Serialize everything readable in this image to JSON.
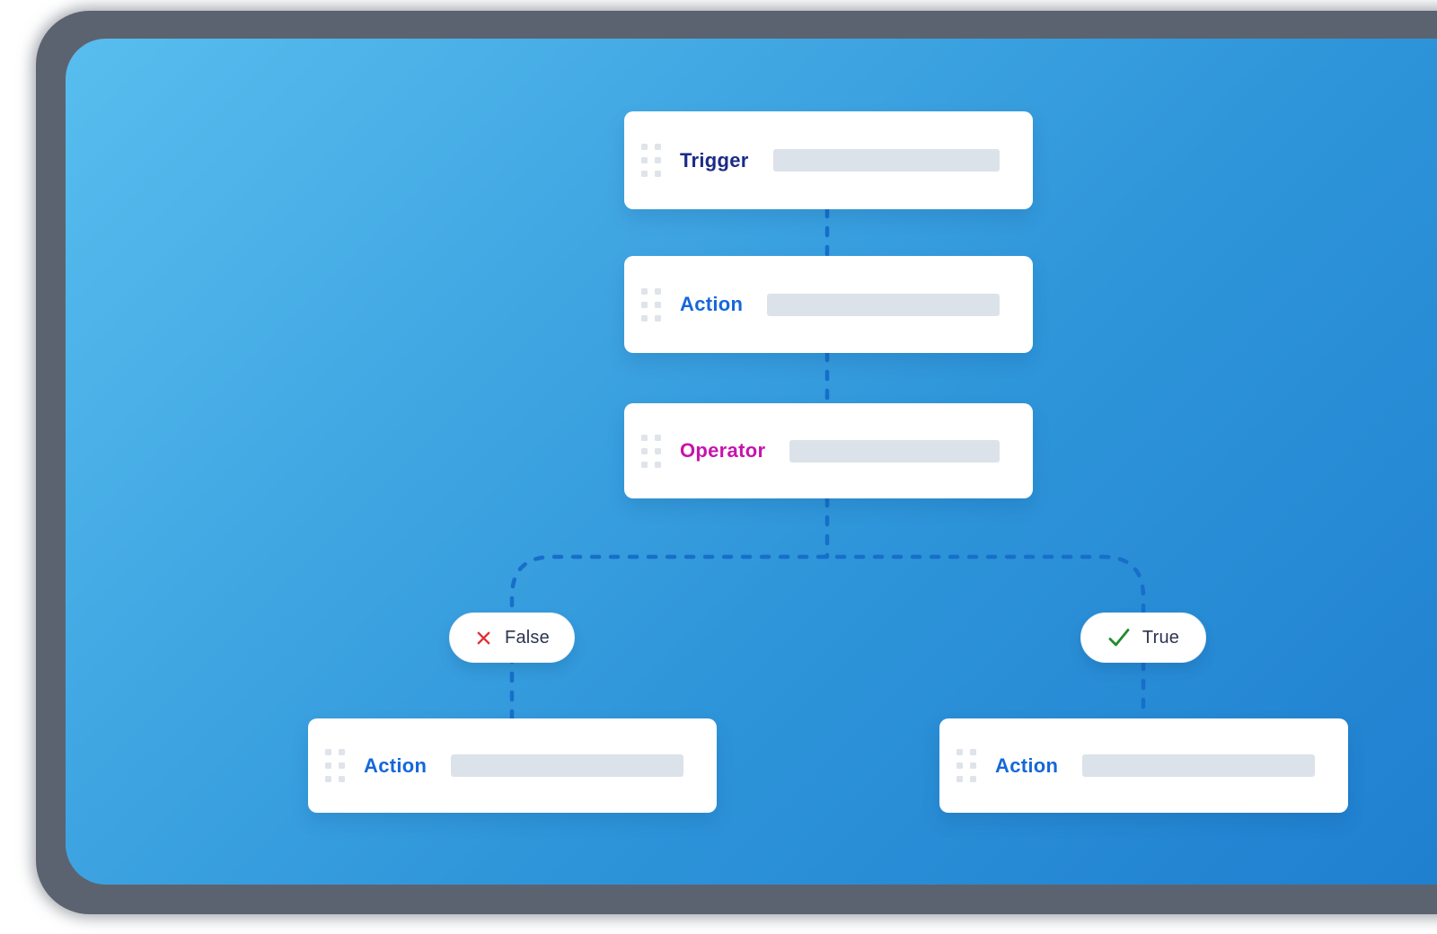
{
  "colors": {
    "canvas_gradient_start": "#58bdee",
    "canvas_gradient_end": "#1e7ecf",
    "frame": "#5c6370",
    "connector": "#176fc9",
    "card_bg": "#ffffff",
    "placeholder": "#dce2ea",
    "drag_dots": "#dfe3ea",
    "trigger_label": "#1b2b87",
    "action_label": "#1667d9",
    "operator_label": "#c713ad",
    "badge_text": "#2c3450",
    "false_icon": "#e03131",
    "true_icon": "#1f8b2c"
  },
  "nodes": {
    "trigger": {
      "label": "Trigger",
      "placeholder": ""
    },
    "action_main": {
      "label": "Action",
      "placeholder": ""
    },
    "operator": {
      "label": "Operator",
      "placeholder": ""
    },
    "action_false": {
      "label": "Action",
      "placeholder": ""
    },
    "action_true": {
      "label": "Action",
      "placeholder": ""
    }
  },
  "badges": {
    "false": {
      "label": "False",
      "icon": "x-icon"
    },
    "true": {
      "label": "True",
      "icon": "check-icon"
    }
  }
}
